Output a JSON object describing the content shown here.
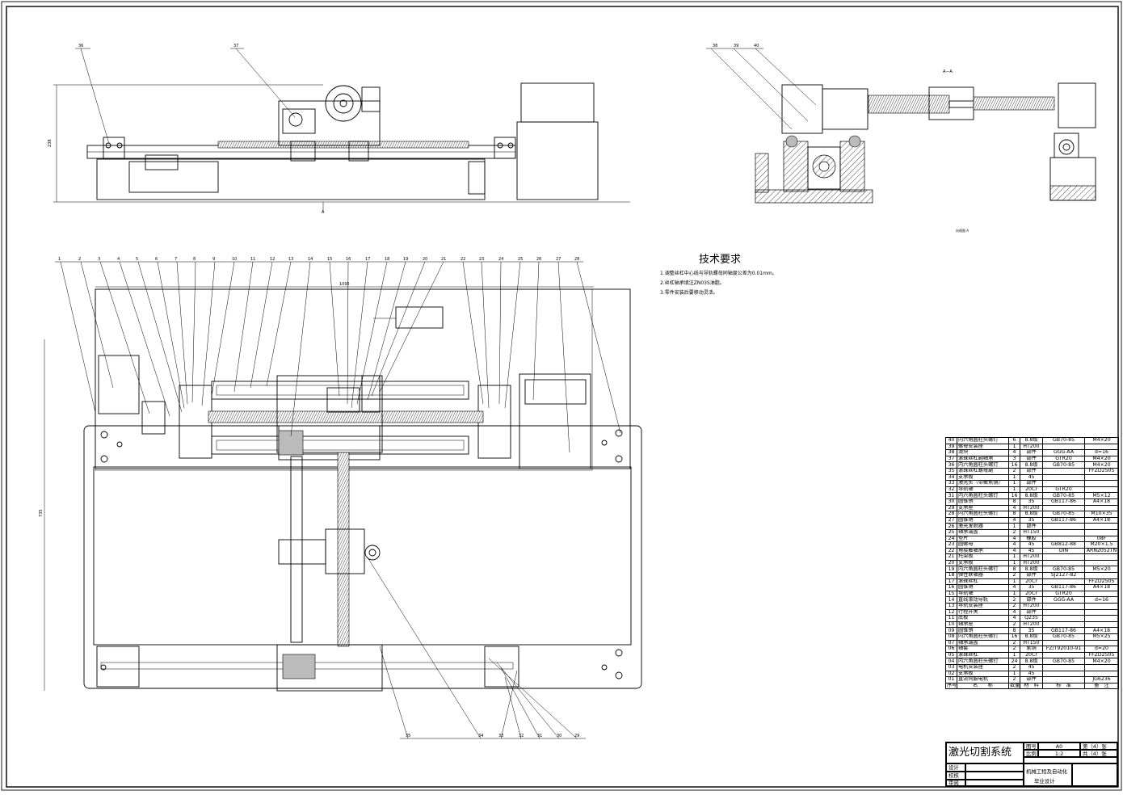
{
  "drawing": {
    "tech_req_title": "技术要求",
    "tech_req": [
      "1.调整丝杠中心线与导轨螺母同轴度公差为0.01mm。",
      "2.丝杠轴承填注ZN03S油脂。",
      "3.零件安装后要移动灵活。"
    ],
    "section_label": "A—A",
    "section_mark": "A",
    "side_label": "向视图 A",
    "dims": {
      "top_height": "238",
      "plan_width": "1095",
      "plan_height": "735"
    },
    "top_labels": [
      "36",
      "37"
    ],
    "side_labels": [
      "38",
      "39",
      "40"
    ],
    "plan_top_labels": [
      "1",
      "2",
      "3",
      "4",
      "5",
      "6",
      "7",
      "8",
      "9",
      "10",
      "11",
      "12",
      "13",
      "14",
      "15",
      "16",
      "17",
      "18",
      "19",
      "20",
      "21",
      "22",
      "23",
      "24",
      "25",
      "26",
      "27",
      "28"
    ],
    "plan_bottom_labels": [
      "35",
      "34",
      "33",
      "32",
      "31",
      "30",
      "29"
    ]
  },
  "bom": {
    "rows": [
      [
        "40",
        "内六角圆柱头螺钉",
        "6",
        "8.8级",
        "GB70-85",
        "M4×20"
      ],
      [
        "39",
        "螺母安装座",
        "1",
        "HT200",
        "",
        ""
      ],
      [
        "38",
        "滑块",
        "4",
        "部件",
        "GGG-AA",
        "d=16"
      ],
      [
        "37",
        "滚珠丝杠副轴承",
        "3",
        "部件",
        "GTR20",
        "M4×20"
      ],
      [
        "36",
        "内六角圆柱头螺钉",
        "16",
        "8.8级",
        "GB70-85",
        "M4×20"
      ],
      [
        "35",
        "滚珠丝杠螺母副",
        "2",
        "部件",
        "",
        "FFZD2505"
      ],
      [
        "34",
        "支承板",
        "1",
        "45",
        "",
        ""
      ],
      [
        "33",
        "激光头（带聚焦镜）",
        "1",
        "部件",
        "",
        ""
      ],
      [
        "32",
        "导轨轴",
        "1",
        "20Cr",
        "GTR20",
        ""
      ],
      [
        "31",
        "内六角圆柱头螺钉",
        "16",
        "8.8级",
        "GB70-85",
        "M5×12"
      ],
      [
        "30",
        "圆锥销",
        "8",
        "35",
        "GB117-86",
        "A4×18"
      ],
      [
        "29",
        "支承座",
        "4",
        "HT200",
        "",
        ""
      ],
      [
        "28",
        "内六角圆柱头螺钉",
        "8",
        "8.8级",
        "GB70-85",
        "M10×35"
      ],
      [
        "27",
        "圆锥销",
        "4",
        "35",
        "GB117-86",
        "A4×18"
      ],
      [
        "26",
        "激光发射器",
        "1",
        "部件",
        "",
        ""
      ],
      [
        "25",
        "轴承端盖",
        "2",
        "HT150",
        "",
        ""
      ],
      [
        "24",
        "垫片",
        "4",
        "橡胶",
        "",
        "08F"
      ],
      [
        "23",
        "圆螺母",
        "4",
        "45",
        "GB812-88",
        "M20×1.5"
      ],
      [
        "22",
        "角接触轴承",
        "4",
        "45",
        "DIN",
        "ARN2052TN"
      ],
      [
        "21",
        "托架板",
        "1",
        "HT200",
        "",
        ""
      ],
      [
        "20",
        "支承板",
        "1",
        "HT200",
        "",
        ""
      ],
      [
        "19",
        "内六角圆柱头螺钉",
        "8",
        "8.8级",
        "GB70-85",
        "M5×20"
      ],
      [
        "18",
        "弹性联轴器",
        "2",
        "部件",
        "SJ2127-82",
        ""
      ],
      [
        "17",
        "滚珠丝杠",
        "1",
        "20Cr",
        "",
        "FFZD2505"
      ],
      [
        "16",
        "圆锥销",
        "4",
        "35",
        "GB117-86",
        "A4×18"
      ],
      [
        "15",
        "导轨轴",
        "1",
        "20Cr",
        "GTR20",
        ""
      ],
      [
        "14",
        "直线滚动导轨",
        "2",
        "部件",
        "GGG-AA",
        "d=16"
      ],
      [
        "13",
        "导轨安装座",
        "2",
        "HT200",
        "",
        ""
      ],
      [
        "12",
        "行程开关",
        "4",
        "部件",
        "",
        ""
      ],
      [
        "11",
        "底板",
        "4",
        "Q235",
        "",
        ""
      ],
      [
        "10",
        "轴承座",
        "2",
        "HT200",
        "",
        ""
      ],
      [
        "09",
        "圆锥销",
        "8",
        "35",
        "GB117-86",
        "A4×18"
      ],
      [
        "08",
        "内六角圆柱头螺钉",
        "16",
        "8.8级",
        "GB70-85",
        "M5×25"
      ],
      [
        "07",
        "轴承端盖",
        "2",
        "HT150",
        "",
        ""
      ],
      [
        "06",
        "轴套",
        "2",
        "紫铜",
        "FZ/T92010-91",
        "d=20"
      ],
      [
        "05",
        "滚珠丝杠",
        "1",
        "20Cr",
        "",
        "FFZD2505"
      ],
      [
        "04",
        "内六角圆柱头螺钉",
        "24",
        "8.8级",
        "GB70-85",
        "M4×20"
      ],
      [
        "03",
        "电机安装座",
        "2",
        "45",
        "",
        ""
      ],
      [
        "02",
        "支承板",
        "1",
        "45",
        "",
        ""
      ],
      [
        "01",
        "直流伺服电机",
        "2",
        "部件",
        "",
        "JG6236"
      ]
    ],
    "header": [
      "序号",
      "名　　称",
      "数量",
      "材　料",
      "标　准",
      "备　注"
    ]
  },
  "title_block": {
    "title": "激光切割系统",
    "drawing_no_label": "图号",
    "drawing_no": "A0",
    "scale_label": "比例",
    "scale": "1:2",
    "sheet_total": "共（4）张",
    "sheet_no": "第（4）张",
    "designer": "设计",
    "checker": "校核",
    "approver": "审阅",
    "org_line1": "机械工程及自动化",
    "org_line2": "毕业设计"
  }
}
